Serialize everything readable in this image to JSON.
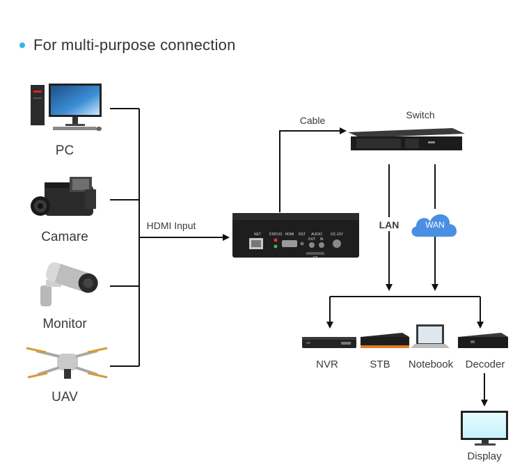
{
  "title": "For multi-purpose connection",
  "sources": [
    {
      "label": "PC",
      "icon": "pc-icon"
    },
    {
      "label": "Camare",
      "icon": "camcorder-icon"
    },
    {
      "label": "Monitor",
      "icon": "security-camera-icon"
    },
    {
      "label": "UAV",
      "icon": "drone-icon"
    }
  ],
  "links": {
    "hdmi_input": "HDMI Input",
    "cable": "Cable",
    "lan": "LAN",
    "wan": "WAN"
  },
  "encoder": {
    "icon": "encoder-box-icon",
    "port_labels": [
      "NET",
      "STATUS",
      "HDMI",
      "RST",
      "AUDIO",
      "DC-12V"
    ],
    "sub_labels": [
      "OUT",
      "IN",
      "SD"
    ]
  },
  "switch": {
    "label": "Switch",
    "icon": "network-switch-icon"
  },
  "receivers": [
    {
      "label": "NVR",
      "icon": "nvr-icon"
    },
    {
      "label": "STB",
      "icon": "stb-icon"
    },
    {
      "label": "Notebook",
      "icon": "notebook-icon"
    },
    {
      "label": "Decoder",
      "icon": "decoder-icon"
    }
  ],
  "display": {
    "label": "Display",
    "icon": "display-icon"
  },
  "colors": {
    "accent": "#33b5e5",
    "cloud": "#4a90e2",
    "text": "#3a3a3a",
    "line": "#111111"
  }
}
